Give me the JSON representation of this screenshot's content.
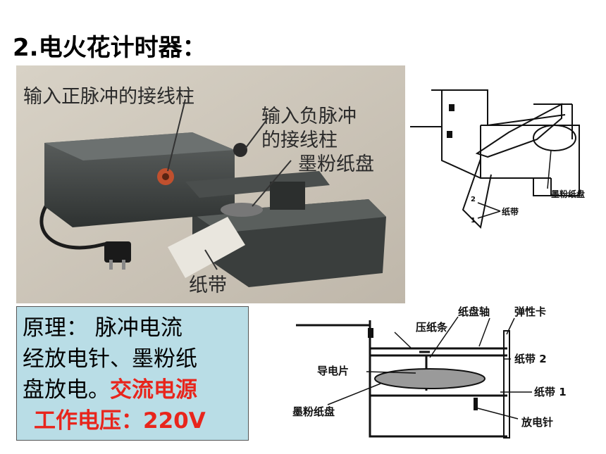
{
  "title": "2.电火花计时器：",
  "photo": {
    "labels": {
      "positive_terminal": "输入正脉冲的接线柱",
      "negative_terminal_line1": "输入负脉冲",
      "negative_terminal_line2": "的接线柱",
      "ink_disk": "墨粉纸盘",
      "paper_tape": "纸带"
    }
  },
  "principle": {
    "line1": "原理： 脉冲电流",
    "line2": "经放电针、墨粉纸",
    "line3_black": "盘放电。",
    "line3_red": "交流电源",
    "line4_red": "工作电压：220V"
  },
  "diagram_top": {
    "labels": {
      "ink_disk": "墨粉纸盘",
      "paper_tape": "纸带",
      "num2": "2",
      "num1": "1"
    }
  },
  "diagram_bottom": {
    "labels": {
      "disk_axle": "纸盘轴",
      "spring_clip": "弹性卡",
      "press_strip": "压纸条",
      "conductive_piece": "导电片",
      "tape2": "纸带 2",
      "tape1": "纸带 1",
      "ink_disk": "墨粉纸盘",
      "discharge_needle": "放电针"
    }
  }
}
